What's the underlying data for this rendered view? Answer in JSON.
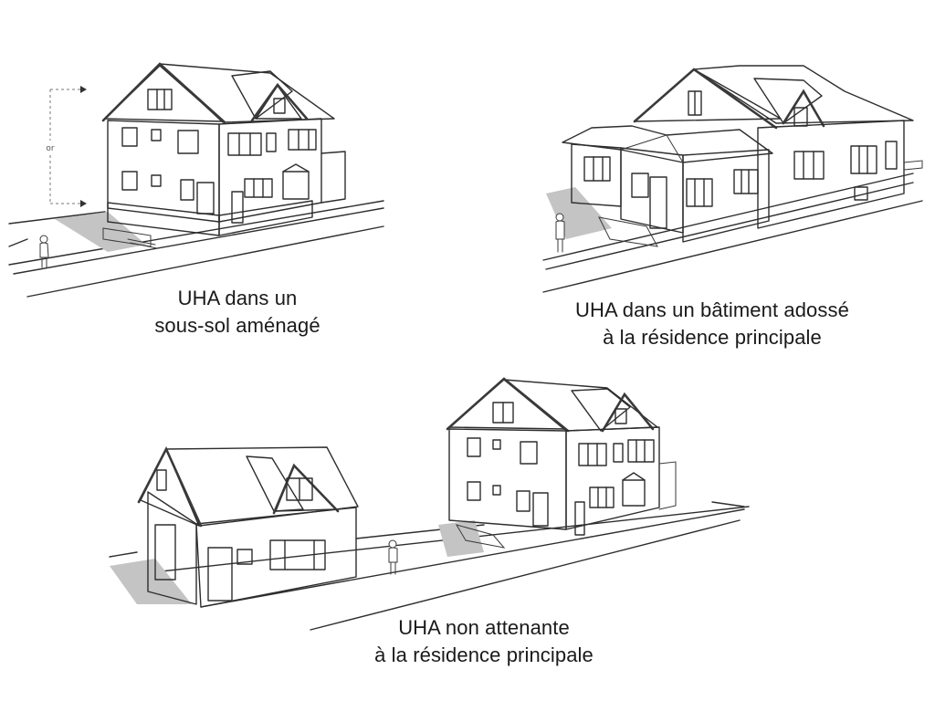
{
  "colors": {
    "highlight_blue": "#a8c8e8",
    "highlight_blue_dark": "#8fb1d4",
    "shade_gray": "#a9a9a9",
    "shade_gray_dark": "#9a9a9a",
    "shadow": "#c4c4c4",
    "line": "#2e2e2e",
    "background": "#ffffff",
    "text": "#1a1a1a"
  },
  "panels": [
    {
      "id": "basement",
      "caption_lines": [
        "UHA dans un",
        "sous-sol aménagé"
      ],
      "height_marker_label": "or",
      "highlighted_part": "basement level of main house"
    },
    {
      "id": "attached",
      "caption_lines": [
        "UHA dans un bâtiment adossé",
        "à la résidence principale"
      ],
      "highlighted_part": "single-storey addition attached to main house"
    },
    {
      "id": "detached",
      "caption_lines": [
        "UHA non attenante",
        "à la résidence principale"
      ],
      "highlighted_part": "separate detached house in front of main house"
    }
  ]
}
